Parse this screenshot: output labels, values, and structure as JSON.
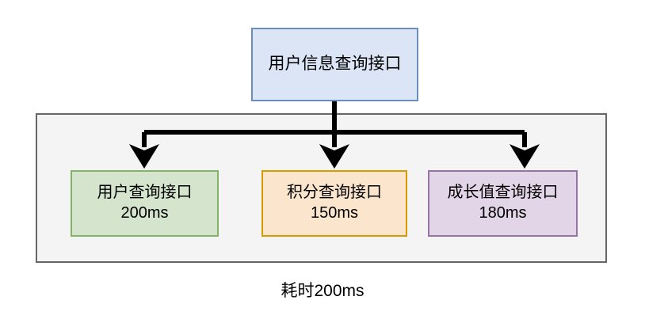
{
  "diagram": {
    "type": "flow-fanout",
    "root": {
      "label": "用户信息查询接口",
      "fill": "#dce5f6",
      "stroke": "#6c8ebf"
    },
    "group": {
      "fill": "#f4f4f4",
      "stroke": "#666666"
    },
    "children": [
      {
        "name": "user-query",
        "title": "用户查询接口",
        "latency": "200ms",
        "fill": "#d5e4cc",
        "stroke": "#82b366"
      },
      {
        "name": "points-query",
        "title": "积分查询接口",
        "latency": "150ms",
        "fill": "#fce5cd",
        "stroke": "#d79b00"
      },
      {
        "name": "growth-query",
        "title": "成长值查询接口",
        "latency": "180ms",
        "fill": "#e1d5e7",
        "stroke": "#9673a6"
      }
    ],
    "caption": "耗时200ms",
    "connector_color": "#000000"
  }
}
